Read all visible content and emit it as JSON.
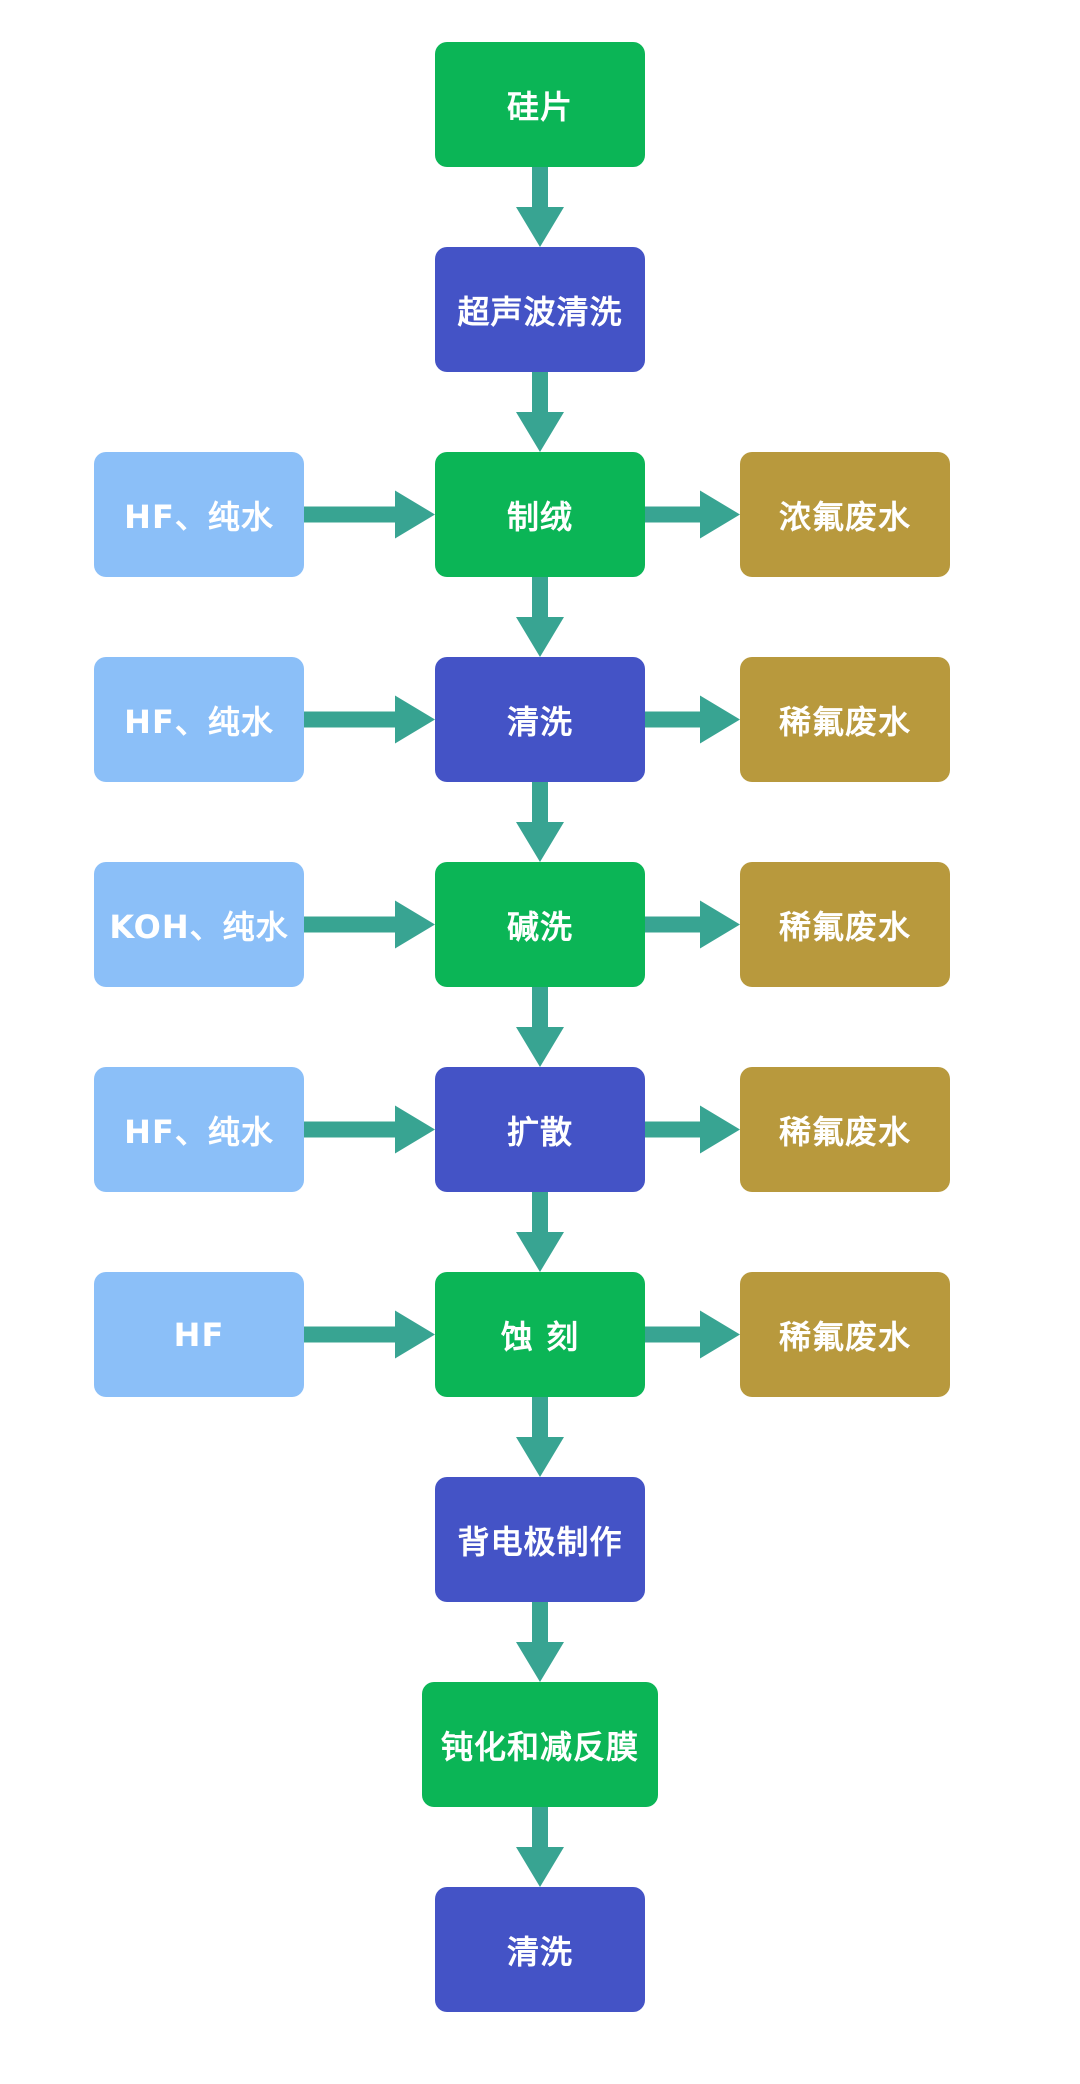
{
  "colors": {
    "green": "#0bb556",
    "blue": "#4453c6",
    "light_blue": "#8bbff8",
    "gold": "#b8993d",
    "arrow": "#38a492"
  },
  "main_steps": [
    {
      "label": "硅片",
      "color": "green"
    },
    {
      "label": "超声波清洗",
      "color": "blue"
    },
    {
      "label": "制绒",
      "color": "green"
    },
    {
      "label": "清洗",
      "color": "blue"
    },
    {
      "label": "碱洗",
      "color": "green"
    },
    {
      "label": "扩散",
      "color": "blue"
    },
    {
      "label": "蚀 刻",
      "color": "green"
    },
    {
      "label": "背电极制作",
      "color": "blue"
    },
    {
      "label": "钝化和减反膜",
      "color": "green"
    },
    {
      "label": "清洗",
      "color": "blue"
    }
  ],
  "inputs": [
    {
      "step": 2,
      "label": "HF、纯水"
    },
    {
      "step": 3,
      "label": "HF、纯水"
    },
    {
      "step": 4,
      "label": "KOH、纯水"
    },
    {
      "step": 5,
      "label": "HF、纯水"
    },
    {
      "step": 6,
      "label": "HF"
    }
  ],
  "outputs": [
    {
      "step": 2,
      "label": "浓氟废水"
    },
    {
      "step": 3,
      "label": "稀氟废水"
    },
    {
      "step": 4,
      "label": "稀氟废水"
    },
    {
      "step": 5,
      "label": "稀氟废水"
    },
    {
      "step": 6,
      "label": "稀氟废水"
    }
  ]
}
